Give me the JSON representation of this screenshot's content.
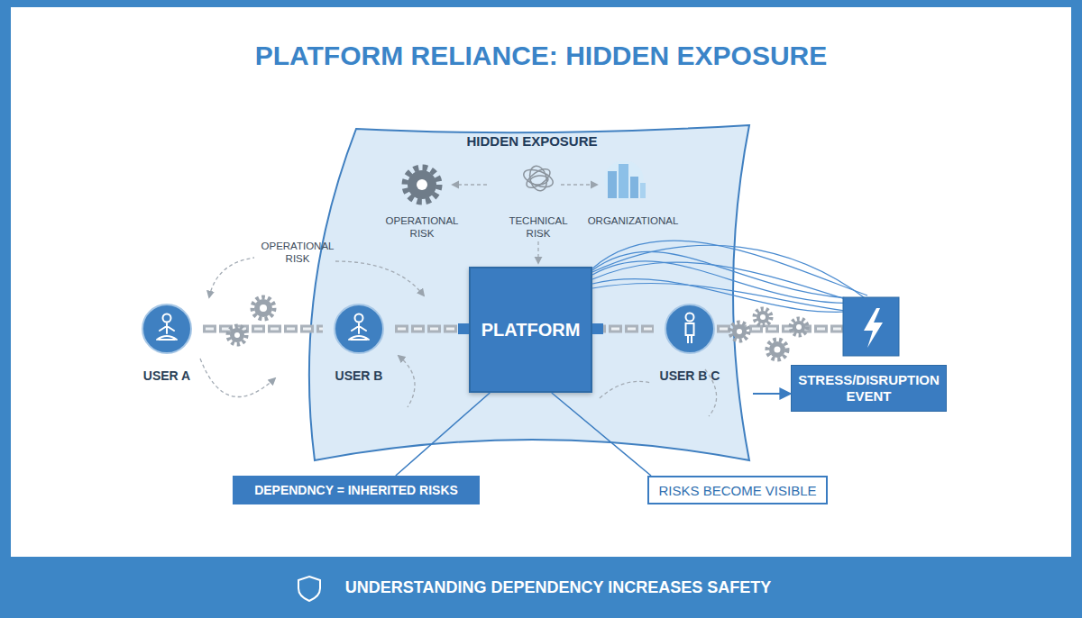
{
  "diagram": {
    "title": "PLATFORM RELIANCE: HIDDEN EXPOSURE",
    "caption": "UNDERSTANDING DEPENDENCY INCREASES SAFETY",
    "nodes": [
      {
        "text": [
          "HIDDEN EXPOSURE"
        ]
      },
      {
        "text": [
          "USER A"
        ]
      },
      {
        "text": [
          "USER B"
        ],
        "in": 0
      },
      {
        "text": [
          "PLATFORM"
        ],
        "in": 0
      },
      {
        "text": [
          "USER B C"
        ],
        "in": 0
      },
      {
        "text": [
          "STRESS/DISRUPTION EVENT"
        ]
      },
      {
        "text": [
          "DEPENDNCY = INHERITED RISKS"
        ]
      },
      {
        "text": [
          "RISKS BECOME VISIBLE"
        ]
      }
    ],
    "edges": [
      {
        "from": 1,
        "to": 2,
        "arrow": "none"
      },
      {
        "from": 2,
        "to": 3,
        "arrow": "none"
      },
      {
        "from": 3,
        "to": 4,
        "arrow": "none"
      },
      {
        "from": 0,
        "to": 5,
        "arrow": "to"
      },
      {
        "from": 6,
        "to": 3,
        "arrow": "none"
      },
      {
        "from": 7,
        "to": 3,
        "arrow": "none"
      }
    ],
    "labels": [
      "OPERATIONAL RISK",
      "TECHNICAL RISK",
      "ORGANIZATIONAL",
      "OPERATIONAL RISK"
    ]
  }
}
